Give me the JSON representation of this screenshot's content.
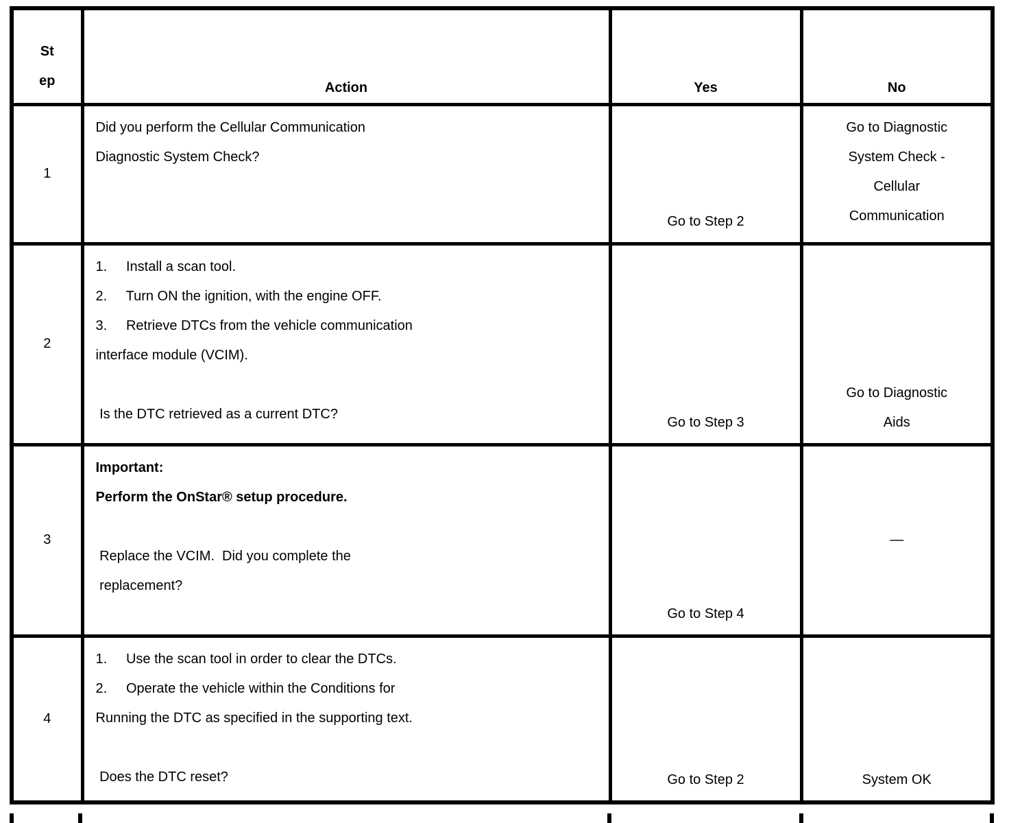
{
  "header": {
    "step_lines": [
      "St",
      "ep"
    ],
    "action": "Action",
    "yes": "Yes",
    "no": "No"
  },
  "rows": [
    {
      "step": "1",
      "action_lines": [
        {
          "text": "Did you perform the Cellular Communication"
        },
        {
          "text": "Diagnostic System Check?"
        }
      ],
      "yes": {
        "valign": "bottom",
        "lines": [
          "Go to Step 2"
        ]
      },
      "no": {
        "valign": "top",
        "lines": [
          "Go to Diagnostic",
          "System Check -",
          "Cellular",
          "Communication"
        ]
      }
    },
    {
      "step": "2",
      "action_lines": [
        {
          "text": "1.     Install a scan tool."
        },
        {
          "text": "2.     Turn ON the ignition, with the engine OFF."
        },
        {
          "text": "3.     Retrieve DTCs from the vehicle communication"
        },
        {
          "text": "interface module (VCIM)."
        },
        {
          "text": ""
        },
        {
          "text": " Is the DTC retrieved as a current DTC?"
        }
      ],
      "yes": {
        "valign": "bottom",
        "lines": [
          "Go to Step 3"
        ]
      },
      "no": {
        "valign": "bottom",
        "lines": [
          "Go to Diagnostic",
          "Aids"
        ]
      }
    },
    {
      "step": "3",
      "action_lines": [
        {
          "text": "Important:",
          "bold": true
        },
        {
          "text": "Perform the OnStar® setup procedure.",
          "bold": true
        },
        {
          "text": ""
        },
        {
          "text": " Replace the VCIM.  Did you complete the"
        },
        {
          "text": " replacement?"
        }
      ],
      "yes": {
        "valign": "bottom",
        "lines": [
          "Go to Step 4"
        ]
      },
      "no": {
        "valign": "middle",
        "lines": [
          "—"
        ]
      }
    },
    {
      "step": "4",
      "action_lines": [
        {
          "text": "1.     Use the scan tool in order to clear the DTCs."
        },
        {
          "text": "2.     Operate the vehicle within the Conditions for"
        },
        {
          "text": "Running the DTC as specified in the supporting text."
        },
        {
          "text": ""
        },
        {
          "text": " Does the DTC reset?"
        }
      ],
      "yes": {
        "valign": "bottom",
        "lines": [
          "Go to Step 2"
        ]
      },
      "no": {
        "valign": "bottom",
        "lines": [
          "System OK"
        ]
      }
    }
  ],
  "colors": {
    "text": "#000000",
    "border": "#000000",
    "background": "#ffffff"
  }
}
